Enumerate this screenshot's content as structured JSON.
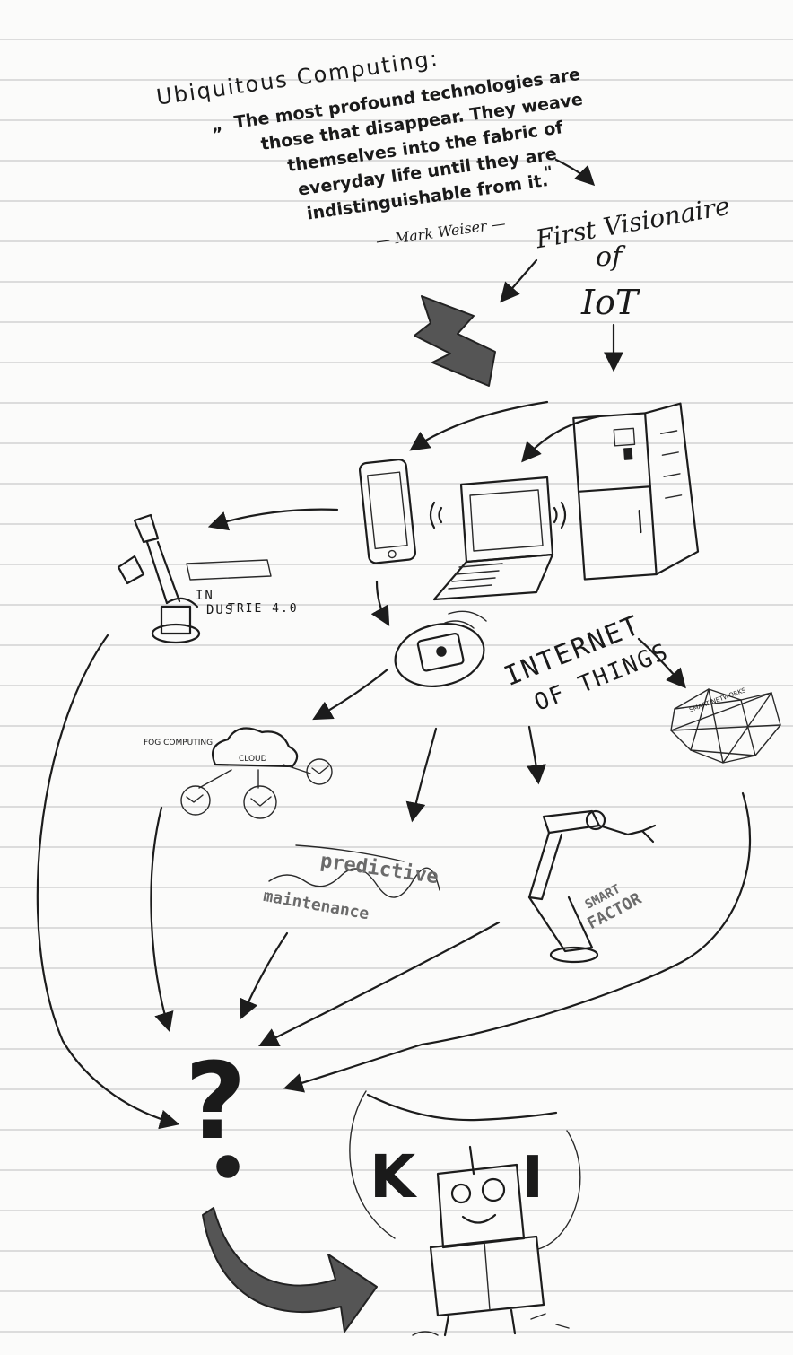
{
  "header": {
    "title": "Ubiquitous Computing:",
    "quote_open": "„",
    "quote_lines": [
      "The most profound technologies are",
      "those that disappear. They weave",
      "themselves into the fabric of",
      "everyday life until they are",
      "indistinguishable from it."
    ],
    "quote_close": "\"",
    "author": "— Mark Weiser —"
  },
  "visionary": {
    "line1": "First Visionaire",
    "line2": "of",
    "line3": "IoT"
  },
  "hub": {
    "label_line1": "INTERNET",
    "label_line2": "OF THINGS"
  },
  "nodes": {
    "industrie_1": "IN",
    "industrie_2": "DUS",
    "industrie_3": "TRIE 4.0",
    "fog_title": "FOG COMPUTING",
    "cloud": "CLOUD",
    "smart_networks": "SMART NETWORKS",
    "predictive": "predictive",
    "maintenance": "maintenance",
    "smart": "SMART",
    "factory": "FACTOR"
  },
  "result": {
    "question_mark": "?",
    "ki_left": "K",
    "ki_right": "I"
  }
}
